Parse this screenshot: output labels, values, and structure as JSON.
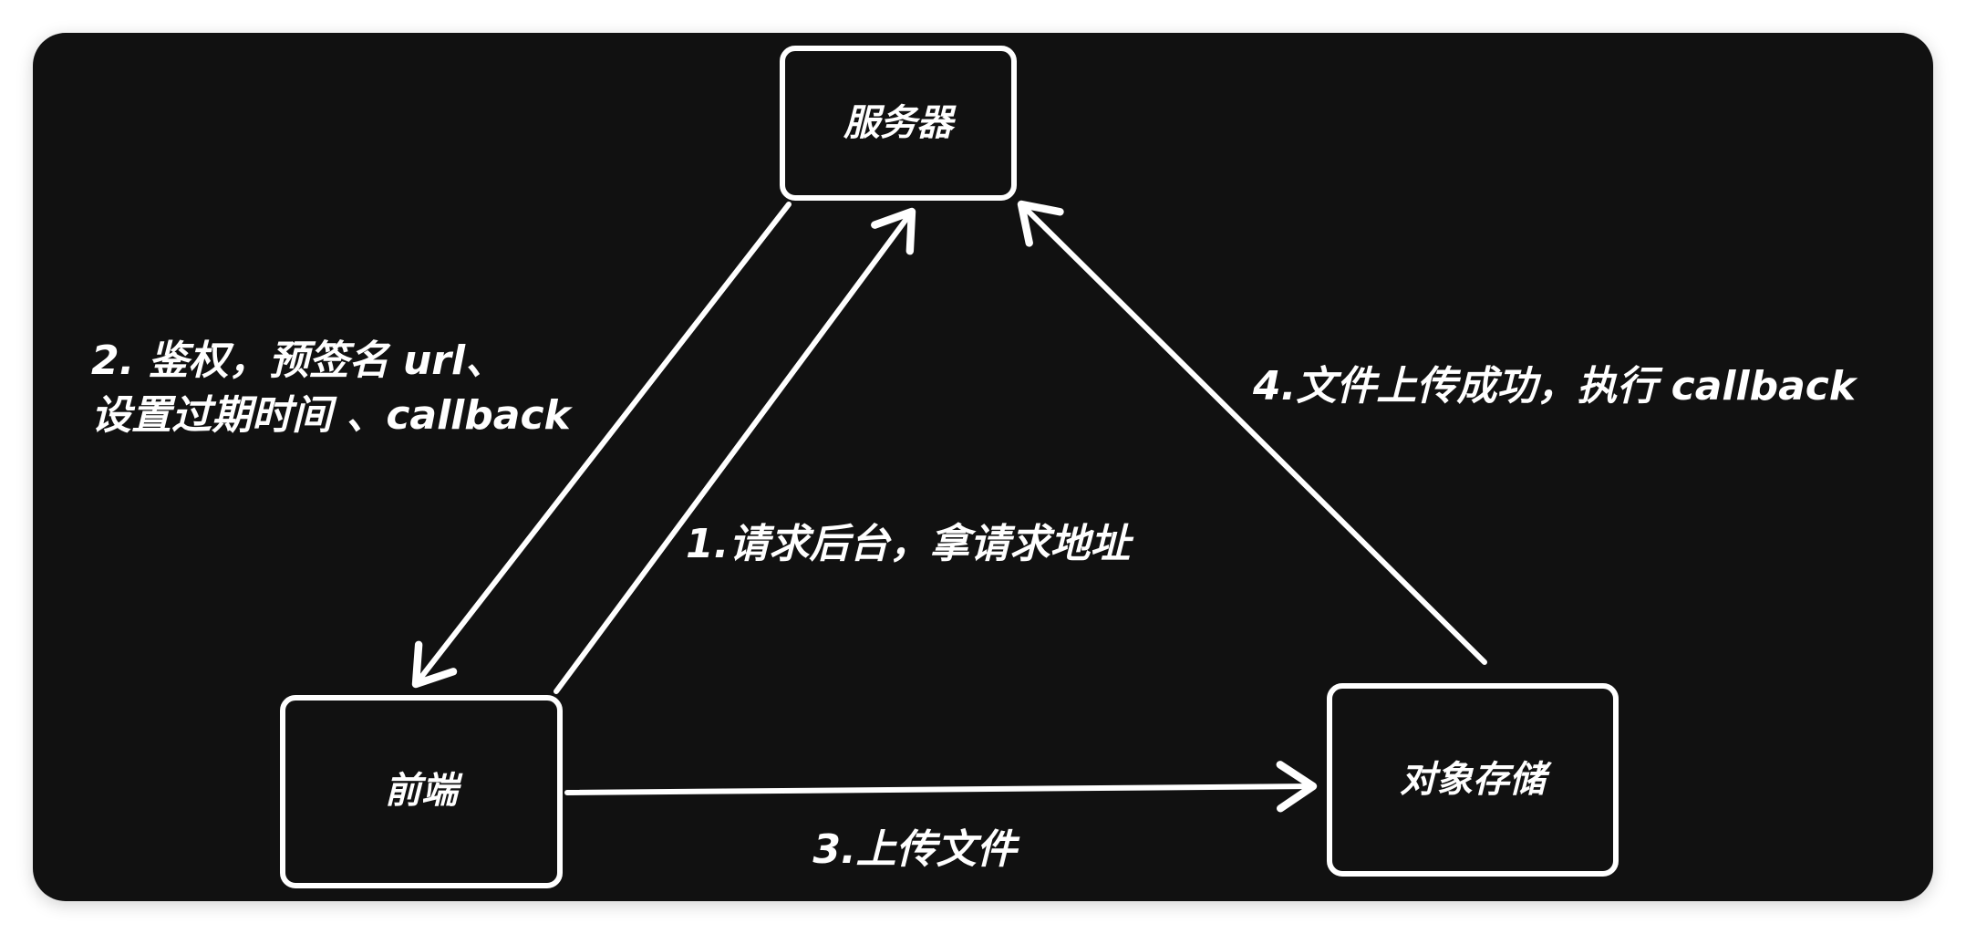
{
  "diagram": {
    "nodes": {
      "server": {
        "label": "服务器"
      },
      "frontend": {
        "label": "前端"
      },
      "storage": {
        "label": "对象存储"
      }
    },
    "edges": {
      "request": {
        "label": "1.请求后台，拿请求地址"
      },
      "auth": {
        "line1": "2. 鉴权，预签名 url、",
        "line2": "设置过期时间 、callback"
      },
      "upload": {
        "label": "3.上传文件"
      },
      "callback": {
        "label": "4.文件上传成功，执行 callback"
      }
    }
  }
}
